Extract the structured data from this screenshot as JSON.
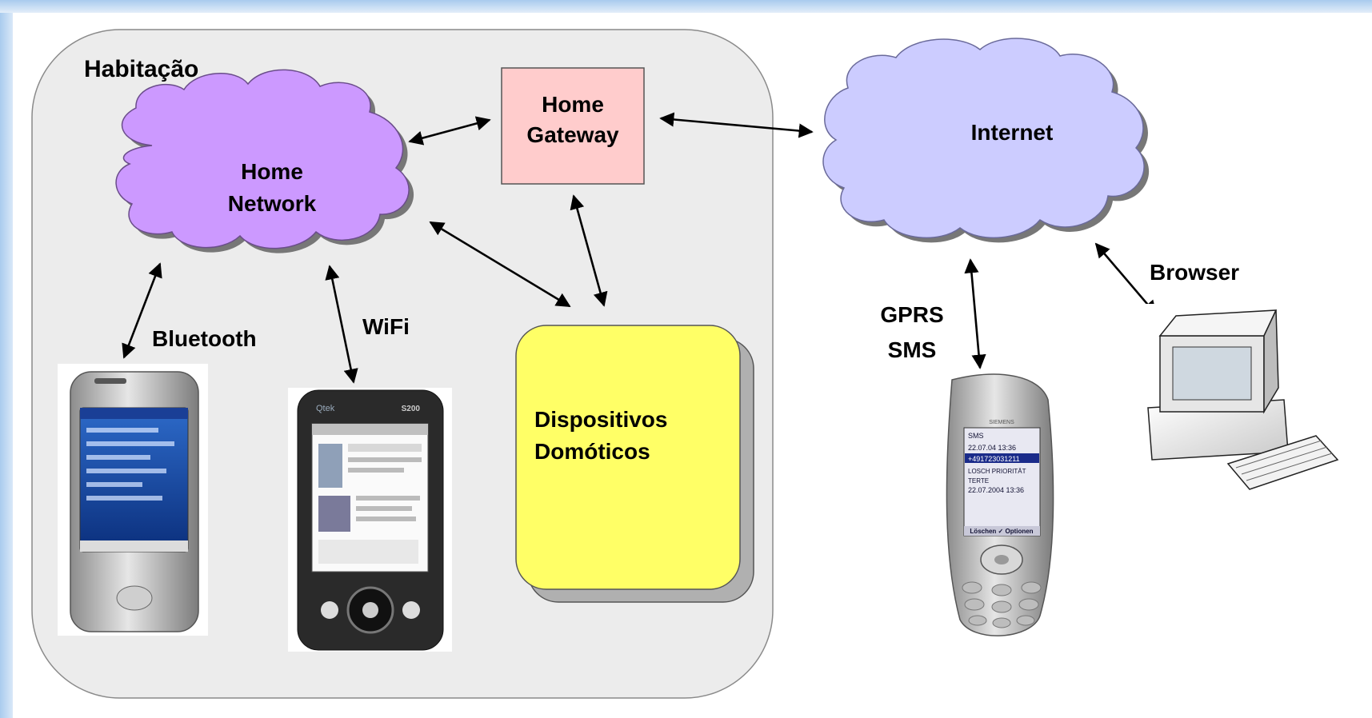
{
  "housing_label": "Habitação",
  "home_network_label": [
    "Home",
    "Network"
  ],
  "home_gateway_label": [
    "Home",
    "Gateway"
  ],
  "internet_label": "Internet",
  "domotic_devices_label": [
    "Dispositivos",
    "Domóticos"
  ],
  "links": {
    "bluetooth": "Bluetooth",
    "wifi": "WiFi",
    "gprs_sms": [
      "GPRS",
      "SMS"
    ],
    "browser": "Browser"
  },
  "phone_brand": "SIEMENS",
  "phone_screen": [
    "SMS",
    "22.07.04 13:36",
    "+491723031211",
    "LOSCH PRIORITÄT",
    "TERTE",
    "22.07.2004 13:36"
  ],
  "phone_softkeys": "Löschen ✓ Optionen",
  "pda_brand": "Qtek",
  "pda_model": "S200",
  "colors": {
    "housing_fill": "#ececec",
    "home_network_cloud": "#cc99ff",
    "internet_cloud": "#ccccff",
    "gateway_fill": "#ffcccc",
    "devices_fill": "#ffff66"
  }
}
